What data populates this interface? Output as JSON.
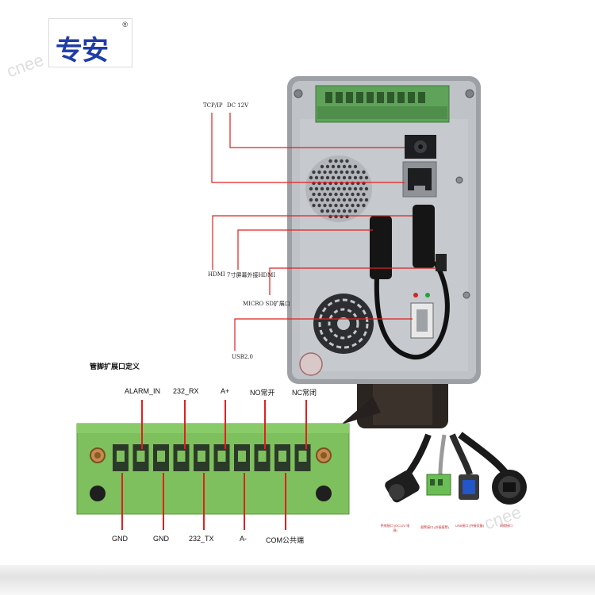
{
  "logo": {
    "text": "专安",
    "registered": "®"
  },
  "device_labels": {
    "tcp_ip": "TCP/IP",
    "dc_12v": "DC 12V",
    "hdmi": "HDMI",
    "screen_hdmi": "7寸屏幕外接HDMI",
    "micro_sd": "MICRO SD扩展口",
    "usb2": "USB2.0"
  },
  "pin_section": {
    "title": "管脚扩展口定义",
    "top_labels": [
      "ALARM_IN",
      "232_RX",
      "A+",
      "NO常开",
      "NC常闭"
    ],
    "bottom_labels": [
      "GND",
      "GND",
      "232_TX",
      "A-",
      "COM公共端"
    ]
  },
  "cable_labels": [
    "供电接口 (DC12V 电源)",
    "报警接口 (外接报警)",
    "USB接口 (外接设备)",
    "网络接口"
  ],
  "colors": {
    "annotation_line": "#e02020",
    "terminal_green": "#7fbf5f",
    "device_body": "#b9bcc0"
  }
}
